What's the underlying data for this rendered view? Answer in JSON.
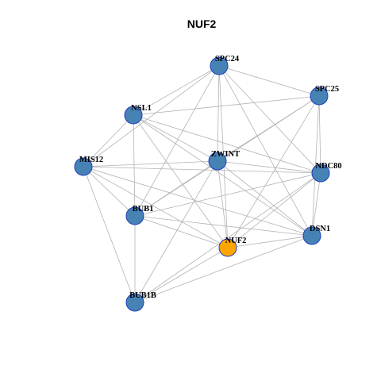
{
  "title": "NUF2",
  "colors": {
    "node_fill": "#4682b4",
    "node_stroke": "#1f3fbf",
    "focus_fill": "#ffa500",
    "edge": "#b3b3b3",
    "background": "#ffffff"
  },
  "nodes": [
    {
      "id": "SPC24",
      "label": "SPC24",
      "focus": false
    },
    {
      "id": "SPC25",
      "label": "SPC25",
      "focus": false
    },
    {
      "id": "NSL1",
      "label": "NSL1",
      "focus": false
    },
    {
      "id": "ZWINT",
      "label": "ZWINT",
      "focus": false
    },
    {
      "id": "MIS12",
      "label": "MIS12",
      "focus": false
    },
    {
      "id": "NDC80",
      "label": "NDC80",
      "focus": false
    },
    {
      "id": "BUB1",
      "label": "BUB1",
      "focus": false
    },
    {
      "id": "DSN1",
      "label": "DSN1",
      "focus": false
    },
    {
      "id": "NUF2",
      "label": "NUF2",
      "focus": true
    },
    {
      "id": "BUB1B",
      "label": "BUB1B",
      "focus": false
    }
  ],
  "edges": [
    [
      "SPC24",
      "SPC25"
    ],
    [
      "SPC24",
      "NSL1"
    ],
    [
      "SPC24",
      "ZWINT"
    ],
    [
      "SPC24",
      "MIS12"
    ],
    [
      "SPC24",
      "NDC80"
    ],
    [
      "SPC24",
      "BUB1"
    ],
    [
      "SPC24",
      "DSN1"
    ],
    [
      "SPC24",
      "NUF2"
    ],
    [
      "SPC25",
      "NSL1"
    ],
    [
      "SPC25",
      "ZWINT"
    ],
    [
      "SPC25",
      "NDC80"
    ],
    [
      "SPC25",
      "DSN1"
    ],
    [
      "SPC25",
      "NUF2"
    ],
    [
      "SPC25",
      "BUB1"
    ],
    [
      "NSL1",
      "ZWINT"
    ],
    [
      "NSL1",
      "MIS12"
    ],
    [
      "NSL1",
      "NDC80"
    ],
    [
      "NSL1",
      "BUB1"
    ],
    [
      "NSL1",
      "DSN1"
    ],
    [
      "NSL1",
      "NUF2"
    ],
    [
      "ZWINT",
      "MIS12"
    ],
    [
      "ZWINT",
      "NDC80"
    ],
    [
      "ZWINT",
      "BUB1"
    ],
    [
      "ZWINT",
      "DSN1"
    ],
    [
      "ZWINT",
      "NUF2"
    ],
    [
      "ZWINT",
      "BUB1B"
    ],
    [
      "MIS12",
      "NDC80"
    ],
    [
      "MIS12",
      "BUB1"
    ],
    [
      "MIS12",
      "NUF2"
    ],
    [
      "MIS12",
      "BUB1B"
    ],
    [
      "MIS12",
      "DSN1"
    ],
    [
      "NDC80",
      "BUB1"
    ],
    [
      "NDC80",
      "DSN1"
    ],
    [
      "NDC80",
      "NUF2"
    ],
    [
      "NDC80",
      "BUB1B"
    ],
    [
      "BUB1",
      "DSN1"
    ],
    [
      "BUB1",
      "NUF2"
    ],
    [
      "BUB1",
      "BUB1B"
    ],
    [
      "DSN1",
      "NUF2"
    ],
    [
      "DSN1",
      "BUB1B"
    ],
    [
      "NUF2",
      "BUB1B"
    ]
  ]
}
